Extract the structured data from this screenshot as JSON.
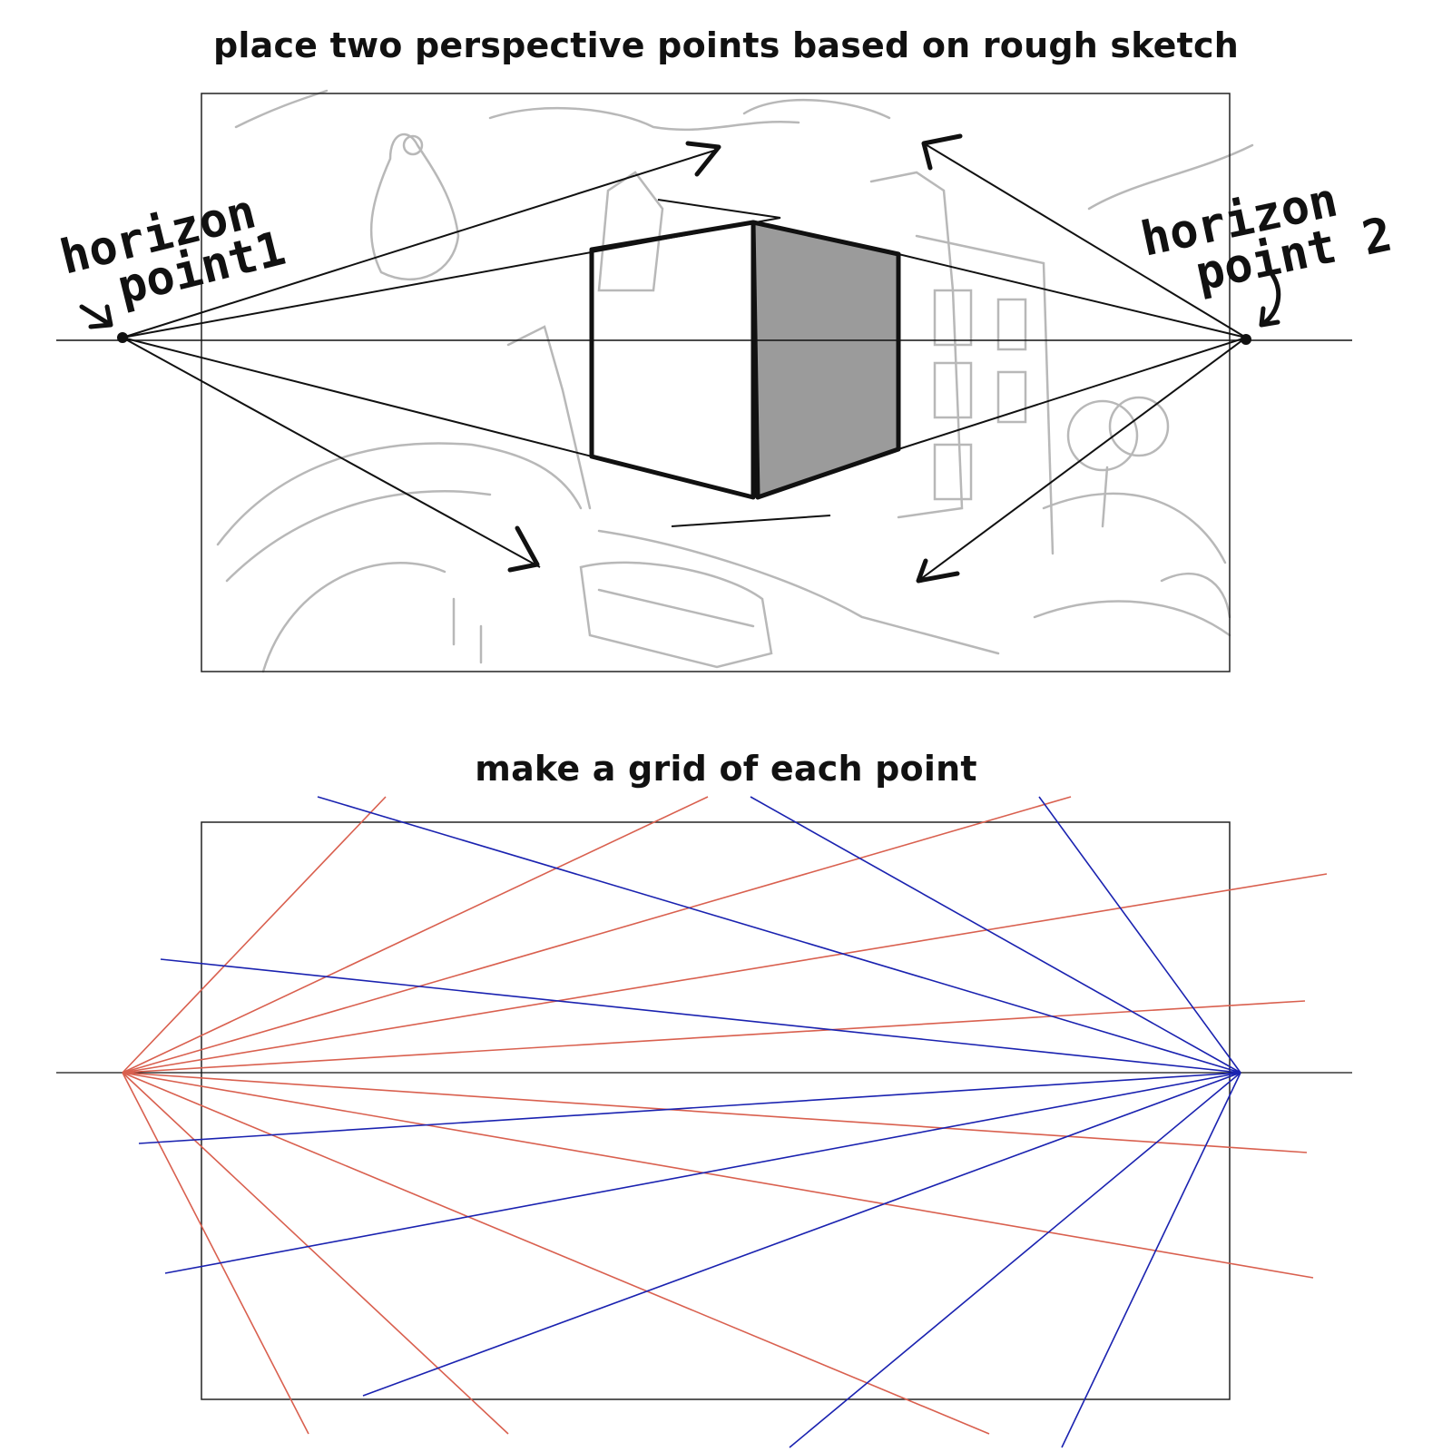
{
  "panels": [
    {
      "title": "place two perspective points based on rough sketch",
      "labels": {
        "point1": [
          "horizon",
          "point1"
        ],
        "point2": [
          "horizon",
          "point 2"
        ]
      }
    },
    {
      "title": "make a grid of each point"
    }
  ],
  "colors": {
    "ink": "#111111",
    "sketch": "#b8b8b8",
    "shade": "#8a8a8a",
    "grid_point1": "#d9604f",
    "grid_point2": "#1a22b0"
  }
}
